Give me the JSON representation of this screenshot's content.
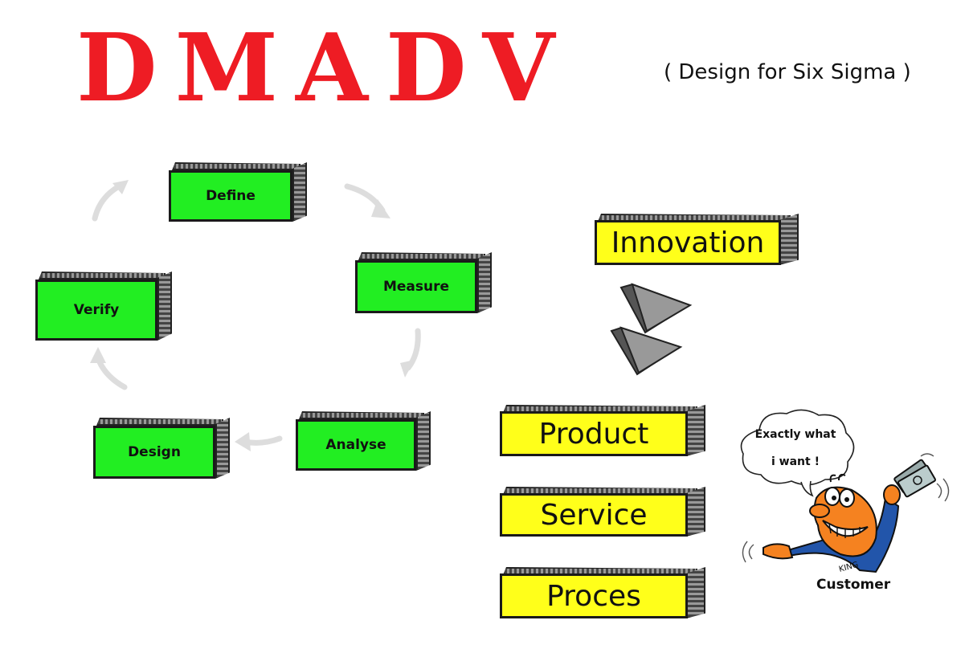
{
  "header": {
    "title": "DMADV",
    "subtitle": "( Design for Six Sigma )"
  },
  "cycle": {
    "steps": [
      "Define",
      "Measure",
      "Analyse",
      "Design",
      "Verify"
    ],
    "arrow_color": "#dddddd",
    "box_color": "#22ee22"
  },
  "outcomes": {
    "top_label": "Innovation",
    "items": [
      "Product",
      "Service",
      "Proces"
    ],
    "box_color": "#ffff1a"
  },
  "customer": {
    "speech": [
      "Exactly what",
      "i want !"
    ],
    "label": "Customer",
    "shirt_text": "KING"
  },
  "colors": {
    "title_red": "#ee1c24",
    "arrow_gray": "#888888"
  }
}
